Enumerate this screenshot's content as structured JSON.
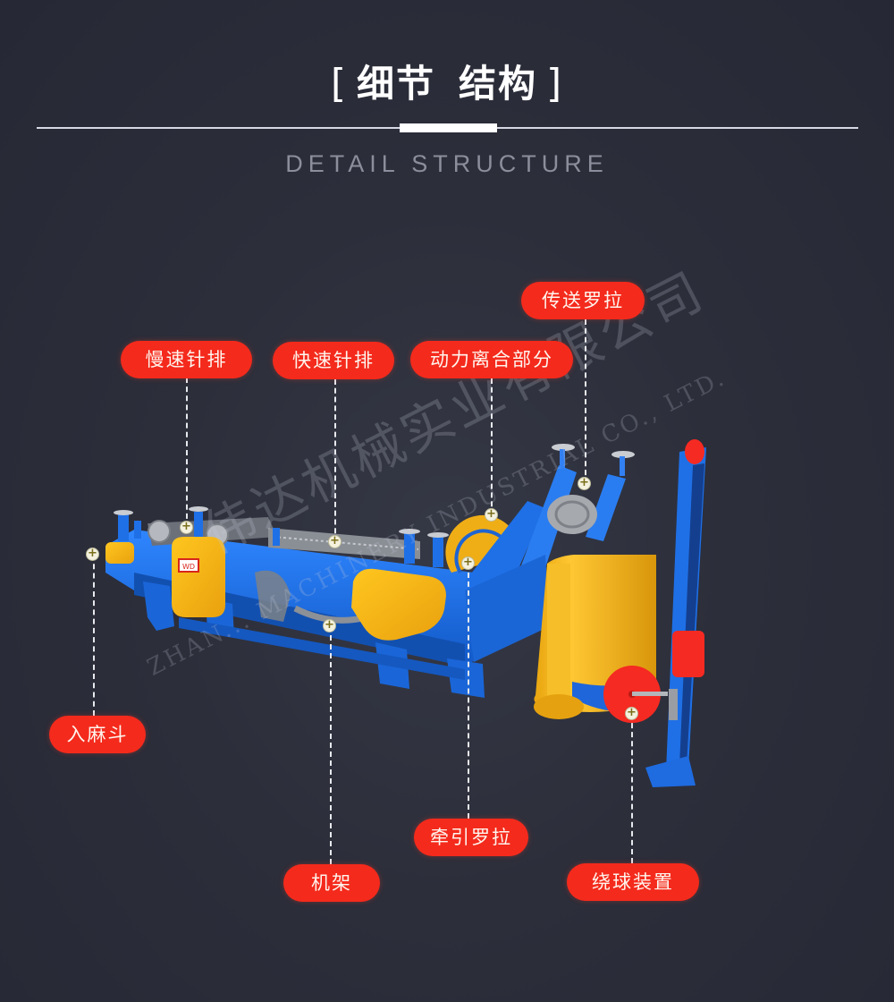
{
  "header": {
    "title_left_bracket": "[",
    "title_part1": "细节",
    "title_part2": "结构",
    "title_right_bracket": "]",
    "subtitle": "DETAIL STRUCTURE"
  },
  "watermark": {
    "chinese": "伟达机械实业有限公司",
    "english": "ZHAN... MACHINERY INDUSTRIAL CO., LTD."
  },
  "callouts": [
    {
      "id": "slow-needle-row",
      "label": "慢速针排"
    },
    {
      "id": "fast-needle-row",
      "label": "快速针排"
    },
    {
      "id": "power-clutch",
      "label": "动力离合部分"
    },
    {
      "id": "transfer-roller",
      "label": "传送罗拉"
    },
    {
      "id": "feed-hopper",
      "label": "入麻斗"
    },
    {
      "id": "frame",
      "label": "机架"
    },
    {
      "id": "traction-roller",
      "label": "牵引罗拉"
    },
    {
      "id": "ball-winding-device",
      "label": "绕球装置"
    }
  ],
  "marker_icon": "plus-circle-icon",
  "colors": {
    "background": "#272936",
    "pill": "#f42a1c",
    "machine_blue": "#1e6fe0",
    "machine_yellow": "#f5b81c",
    "machine_red": "#f52a22"
  }
}
